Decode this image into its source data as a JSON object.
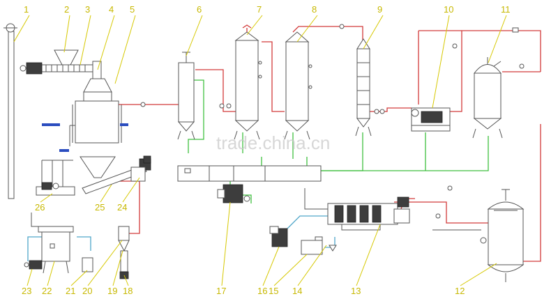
{
  "callouts": [
    "1",
    "2",
    "3",
    "4",
    "5",
    "6",
    "7",
    "8",
    "9",
    "10",
    "11",
    "12",
    "13",
    "14",
    "15",
    "16",
    "17",
    "18",
    "19",
    "20",
    "21",
    "22",
    "23",
    "24",
    "25",
    "26"
  ],
  "watermark": "trade.china.cn",
  "colors": {
    "hot_pipe": "#d23a3a",
    "water_pipe": "#3fbf3f",
    "feed_pipe": "#4fa6c9",
    "callout": "#c7b800"
  }
}
